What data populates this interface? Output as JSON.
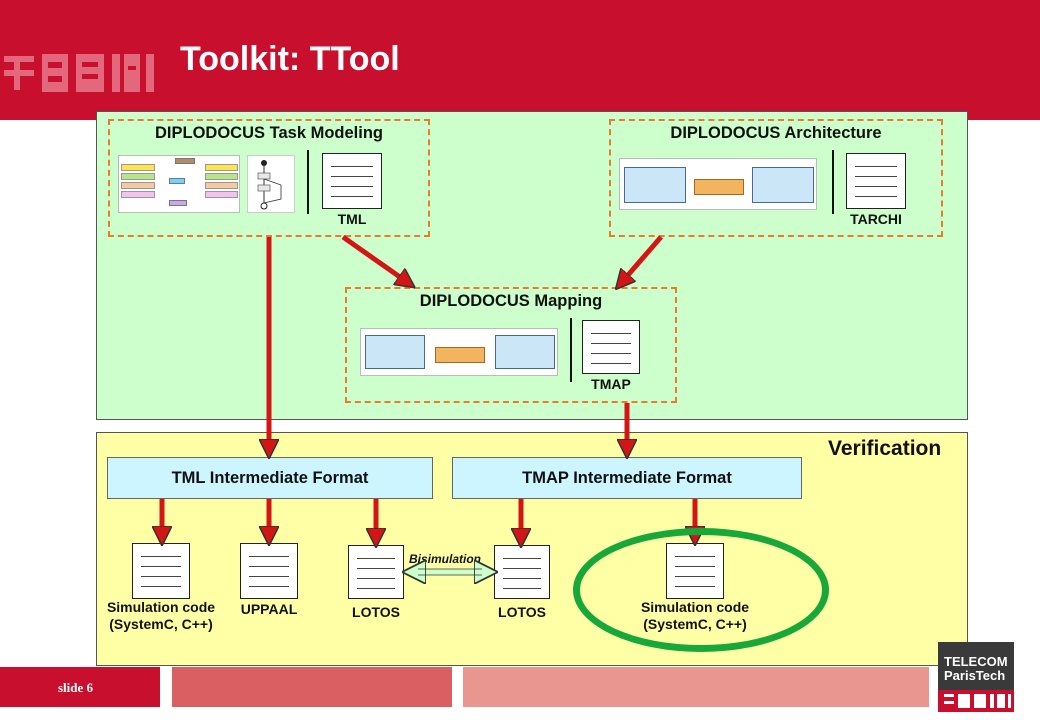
{
  "slide": {
    "title": "Toolkit: TTool",
    "number_label": "slide 6"
  },
  "regions": {
    "verification_title": "Verification"
  },
  "boxes": {
    "task_modeling": "DIPLODOCUS Task Modeling",
    "architecture": "DIPLODOCUS Architecture",
    "mapping": "DIPLODOCUS Mapping",
    "tml_format": "TML Intermediate Format",
    "tmap_format": "TMAP Intermediate Format"
  },
  "documents": {
    "tml": "TML",
    "tarchi": "TARCHI",
    "tmap": "TMAP",
    "sim_code_left_1": "Simulation code",
    "sim_code_left_2": "(SystemC, C++)",
    "uppaal": "UPPAAL",
    "lotos_left": "LOTOS",
    "lotos_right": "LOTOS",
    "sim_code_right_1": "Simulation code",
    "sim_code_right_2": "(SystemC, C++)"
  },
  "relations": {
    "bisimulation": "Bisimulation"
  },
  "footer": {
    "brand": "TELECOM\nParisTech"
  },
  "colors": {
    "header_red": "#c8102e",
    "modeling_green": "#ccffcc",
    "verification_yellow": "#ffffa5",
    "dashed_orange": "#ea7b2a",
    "format_blue": "#ccf5ff",
    "arrow_red": "#d41515",
    "highlight_green": "#18a83a"
  }
}
